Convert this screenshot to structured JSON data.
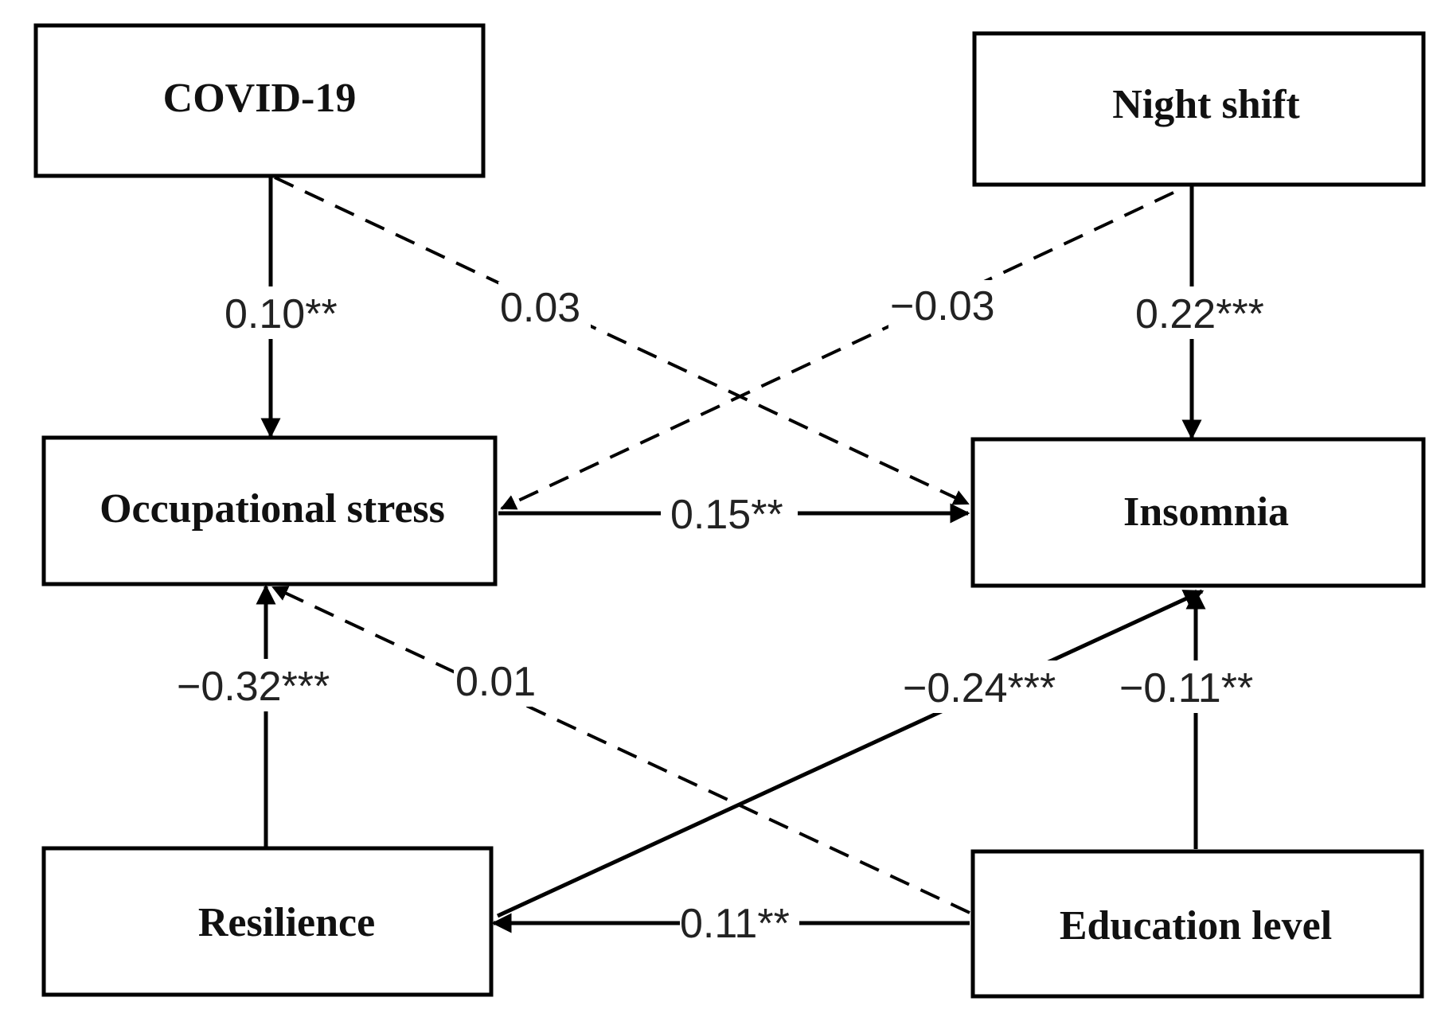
{
  "nodes": {
    "covid": "COVID-19",
    "night_shift": "Night shift",
    "occupational_stress": "Occupational stress",
    "insomnia": "Insomnia",
    "resilience": "Resilience",
    "education_level": "Education level"
  },
  "edges": {
    "covid_to_stress": {
      "from": "COVID-19",
      "to": "Occupational stress",
      "coefficient": "0.10**",
      "line": "solid"
    },
    "covid_to_insomnia": {
      "from": "COVID-19",
      "to": "Insomnia",
      "coefficient": "0.03",
      "line": "dashed"
    },
    "night_to_stress": {
      "from": "Night shift",
      "to": "Occupational stress",
      "coefficient": "−0.03",
      "line": "dashed"
    },
    "night_to_insomnia": {
      "from": "Night shift",
      "to": "Insomnia",
      "coefficient": "0.22***",
      "line": "solid"
    },
    "stress_to_insomnia": {
      "from": "Occupational stress",
      "to": "Insomnia",
      "coefficient": "0.15**",
      "line": "solid"
    },
    "resilience_to_stress": {
      "from": "Resilience",
      "to": "Occupational stress",
      "coefficient": "−0.32***",
      "line": "solid"
    },
    "education_to_stress": {
      "from": "Education level",
      "to": "Occupational stress",
      "coefficient": "0.01",
      "line": "dashed"
    },
    "resilience_to_insomnia": {
      "from": "Resilience",
      "to": "Insomnia",
      "coefficient": "−0.24***",
      "line": "solid"
    },
    "education_to_insomnia": {
      "from": "Education level",
      "to": "Insomnia",
      "coefficient": "−0.11**",
      "line": "solid"
    },
    "education_to_resilience": {
      "from": "Education level",
      "to": "Resilience",
      "coefficient": "0.11**",
      "line": "solid"
    }
  }
}
